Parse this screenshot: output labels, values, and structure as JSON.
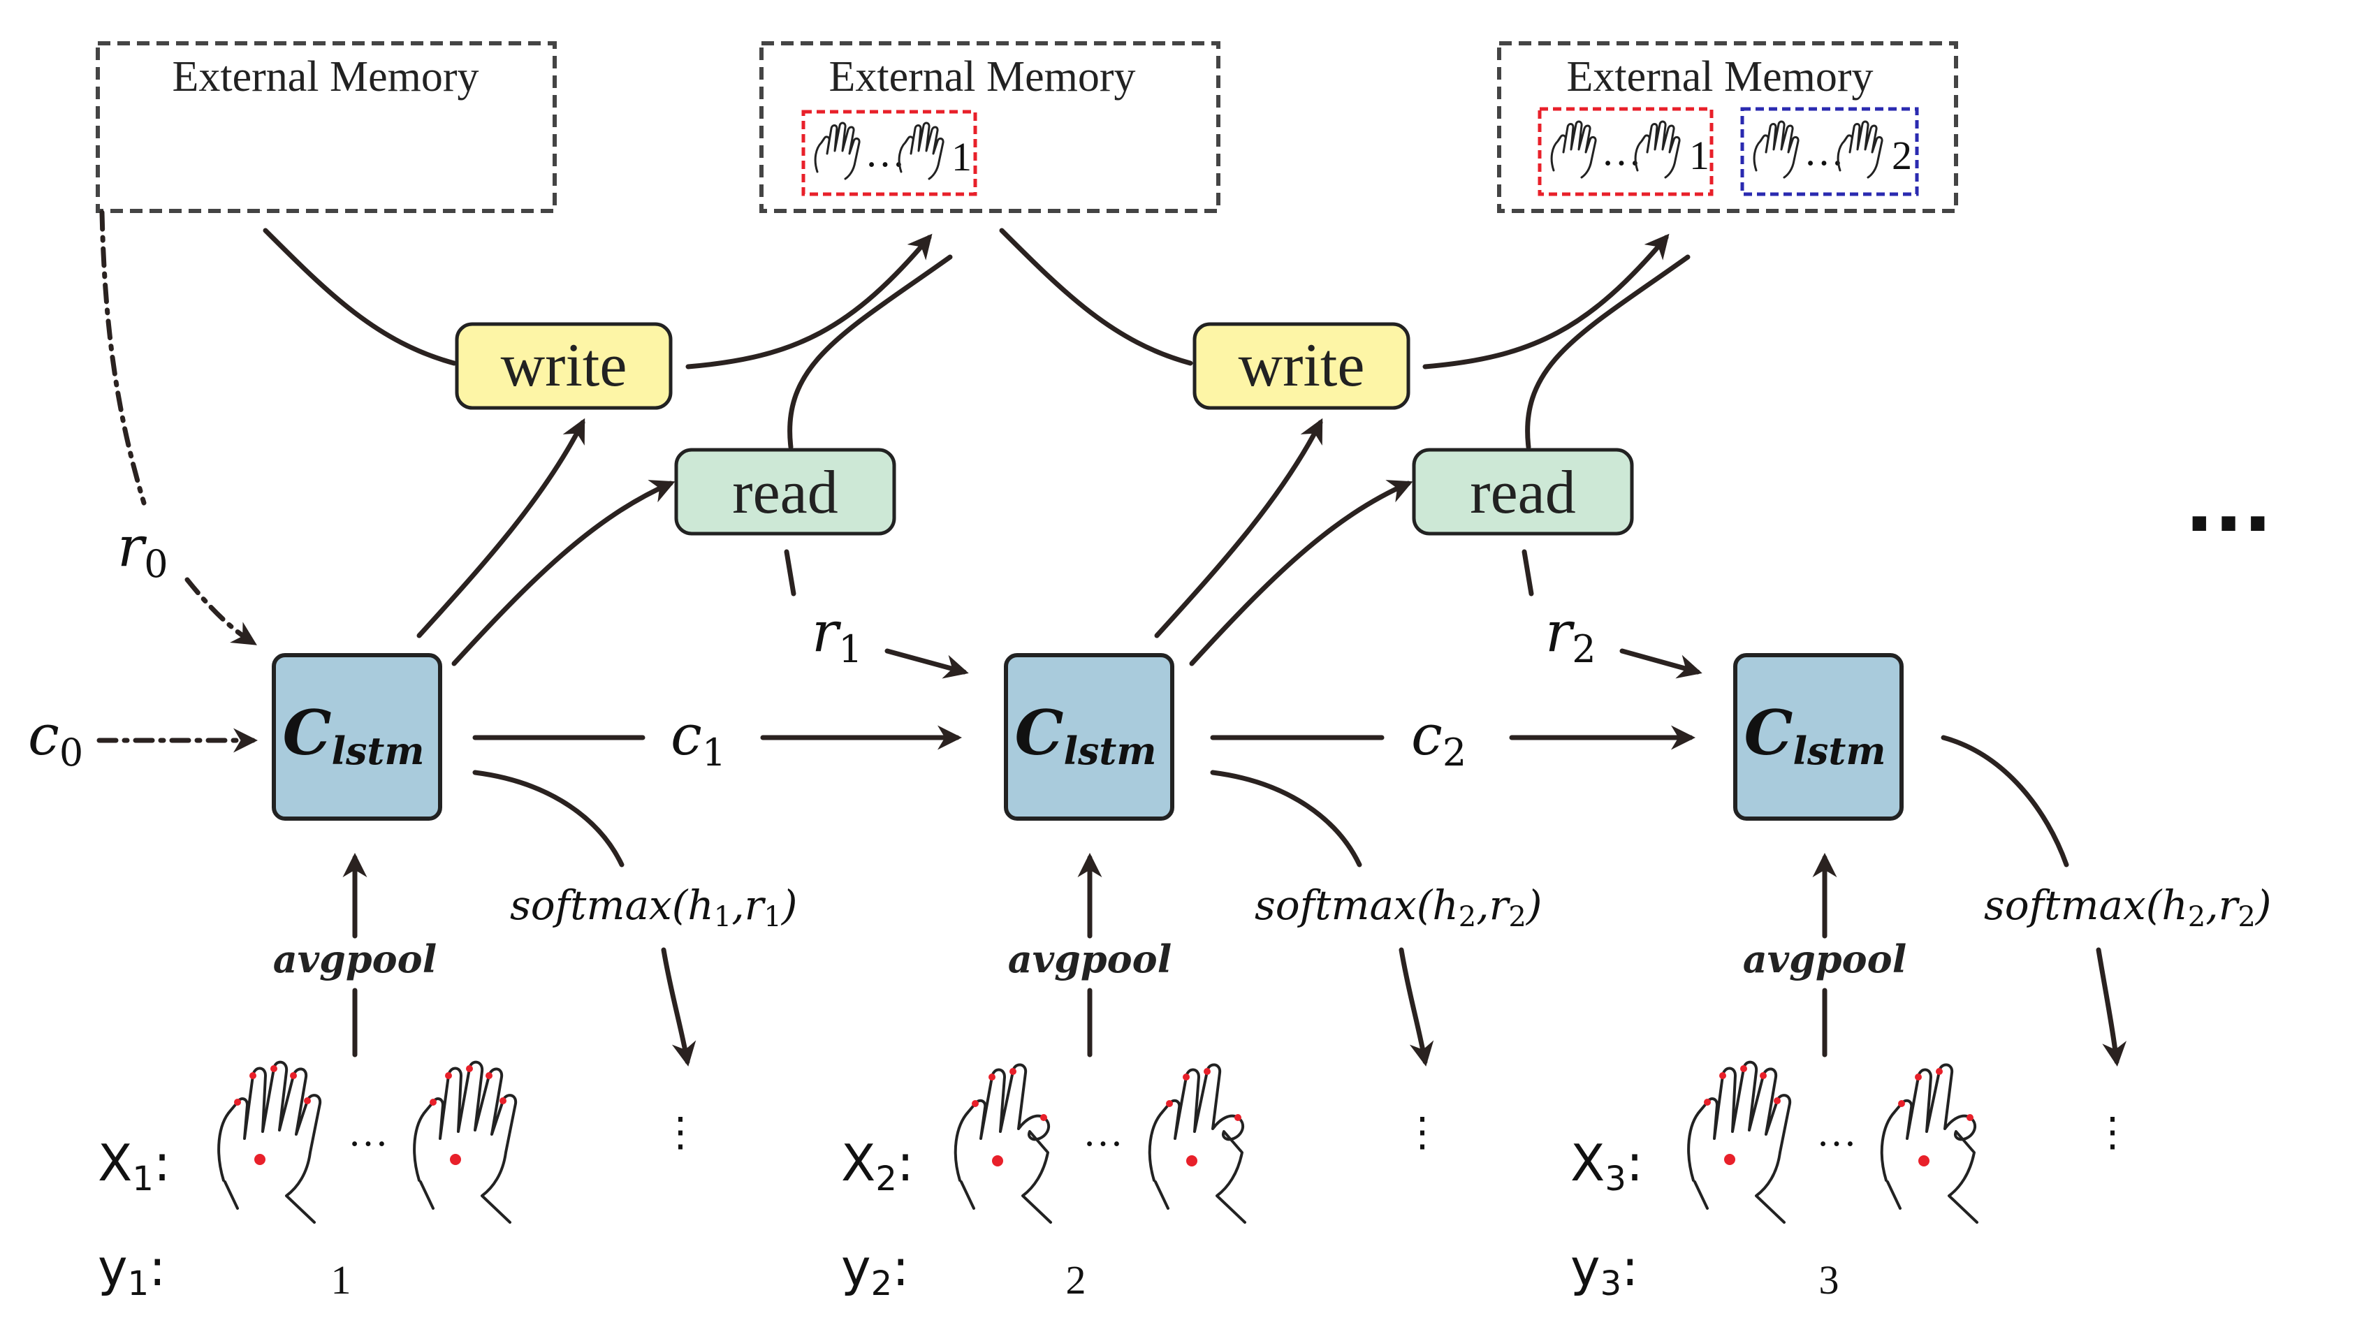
{
  "memory_label": "External Memory",
  "write_label": "write",
  "read_label": "read",
  "lstm_label": {
    "main": "C",
    "sub": "lstm"
  },
  "pool_label": "avgpool",
  "ellipsis": "...",
  "hand_ellipsis": "…",
  "vdots": "⋮",
  "init": {
    "r0": {
      "main": "r",
      "sub": "0"
    },
    "c0": {
      "main": "c",
      "sub": "0"
    }
  },
  "steps": [
    {
      "x_label": {
        "main": "X",
        "sub": "1"
      },
      "y_label": {
        "main": "y",
        "sub": "1"
      },
      "y_value": "1",
      "c_out": {
        "main": "c",
        "sub": "1"
      },
      "r_out": {
        "main": "r",
        "sub": "1"
      },
      "softmax": {
        "prefix": "softmax(h",
        "a": "1",
        "mid": ",r",
        "b": "1",
        "suffix": ")"
      },
      "memory_slots": []
    },
    {
      "x_label": {
        "main": "X",
        "sub": "2"
      },
      "y_label": {
        "main": "y",
        "sub": "2"
      },
      "y_value": "2",
      "c_out": {
        "main": "c",
        "sub": "2"
      },
      "r_out": {
        "main": "r",
        "sub": "2"
      },
      "softmax": {
        "prefix": "softmax(h",
        "a": "2",
        "mid": ",r",
        "b": "2",
        "suffix": ")"
      },
      "memory_slots": [
        {
          "index": "1",
          "color": "#e8202a"
        }
      ]
    },
    {
      "x_label": {
        "main": "X",
        "sub": "3"
      },
      "y_label": {
        "main": "y",
        "sub": "3"
      },
      "y_value": "3",
      "softmax": {
        "prefix": "softmax(h",
        "a": "2",
        "mid": ",r",
        "b": "2",
        "suffix": ")"
      },
      "memory_slots": [
        {
          "index": "1",
          "color": "#e8202a"
        },
        {
          "index": "2",
          "color": "#2a2ab0"
        }
      ]
    }
  ],
  "colors": {
    "lstm_fill": "#a9cbdc",
    "write_fill": "#fdf5a6",
    "read_fill": "#cde8d6",
    "memory_border": "#444444",
    "marker_red": "#e8202a",
    "marker_blue": "#2a2ab0",
    "arrow": "#2a2220"
  }
}
